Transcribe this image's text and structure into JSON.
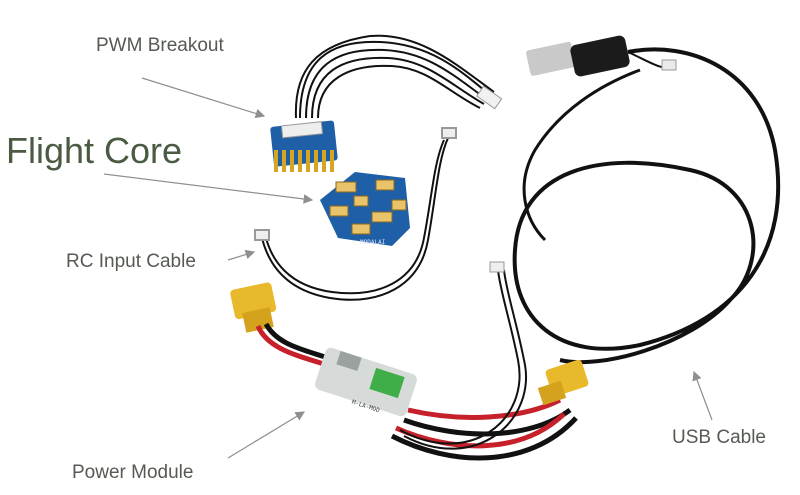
{
  "labels": {
    "pwm_breakout": "PWM Breakout",
    "flight_core": "Flight Core",
    "rc_input_cable": "RC Input Cable",
    "power_module": "Power Module",
    "usb_cable": "USB Cable"
  },
  "board_silkscreen": {
    "flight_core_text": "MODALAI",
    "power_module_text": "M-LA-MOD"
  },
  "colors": {
    "label_text": "#555a52",
    "flight_core_text": "#4a5a43",
    "pcb_blue": "#1f5fa8",
    "cable_black": "#111111",
    "power_red": "#c6202a",
    "xt60_yellow": "#e8b92a",
    "header_gold": "#d7a51f",
    "usb_plug_gray": "#b9b9b9",
    "arrow_gray": "#8f8f8f"
  }
}
